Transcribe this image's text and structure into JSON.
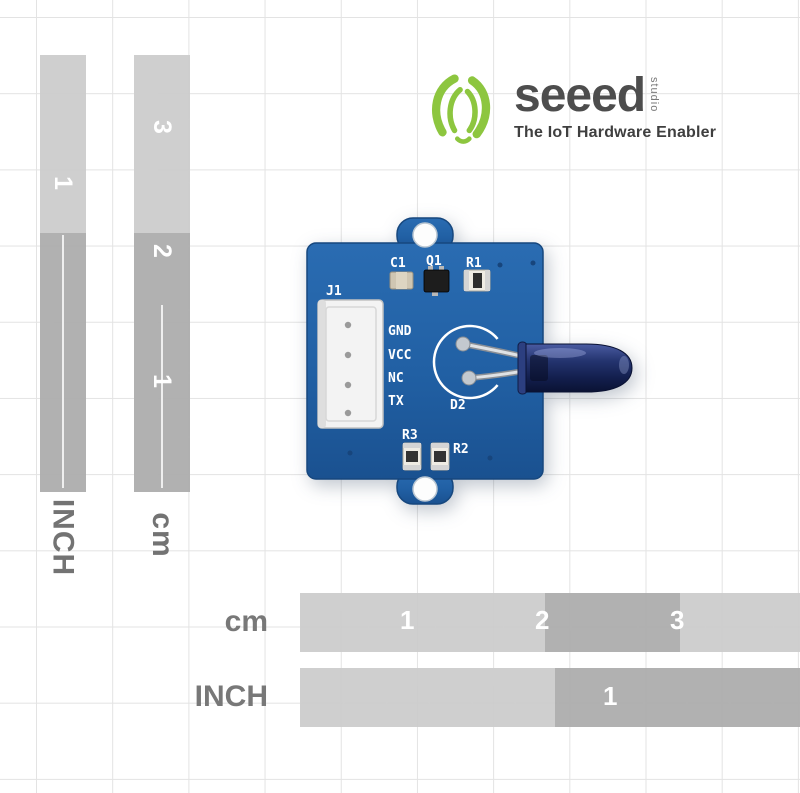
{
  "logo": {
    "brand": "seeed",
    "studio": "studio",
    "tagline": "The IoT Hardware Enabler"
  },
  "board": {
    "ref_j1": "J1",
    "ref_c1": "C1",
    "ref_q1": "Q1",
    "ref_r1": "R1",
    "ref_d2": "D2",
    "ref_r3": "R3",
    "ref_r2": "R2",
    "pins": [
      "GND",
      "VCC",
      "NC",
      "TX"
    ]
  },
  "rulers": {
    "left_inch": {
      "label": "INCH",
      "marks": [
        "1"
      ]
    },
    "left_cm": {
      "label": "cm",
      "marks": [
        "3",
        "2",
        "1"
      ]
    },
    "bottom_cm": {
      "label": "cm",
      "marks": [
        "1",
        "2",
        "3"
      ]
    },
    "bottom_inch": {
      "label": "INCH",
      "marks": [
        "1"
      ]
    }
  },
  "colors": {
    "logo_green": "#8dc63f",
    "pcb_blue": "#2160a4",
    "led_navy": "#1b2a5c",
    "ruler_gray": "#c6c6c6"
  }
}
